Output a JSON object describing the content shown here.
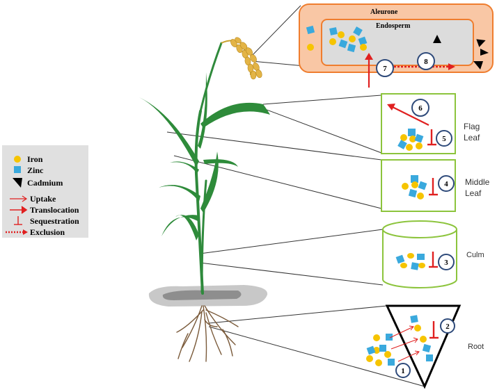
{
  "legend": {
    "iron": "Iron",
    "zinc": "Zinc",
    "cadmium": "Cadmium",
    "uptake": "Uptake",
    "translocation": "Translocation",
    "sequestration": "Sequestration",
    "exclusion": "Exclusion"
  },
  "grain": {
    "aleurone": "Aleurone",
    "endosperm": "Endosperm"
  },
  "organs": {
    "flag_leaf_1": "Flag",
    "flag_leaf_2": "Leaf",
    "middle_leaf_1": "Middle",
    "middle_leaf_2": "Leaf",
    "culm": "Culm",
    "root": "Root"
  },
  "steps": [
    "1",
    "2",
    "3",
    "4",
    "5",
    "6",
    "7",
    "8"
  ],
  "colors": {
    "iron": "#f6c400",
    "zinc": "#3aa9dd",
    "cadmium": "#000000",
    "arrow": "#e02020",
    "green_box": "#8cc43c",
    "aleurone_fill": "#f9c7a5",
    "aleurone_stroke": "#ef7d2e",
    "endosperm_fill": "#dcdcdc",
    "circle_stroke": "#2e4a7a"
  },
  "icons": {
    "iron": "yellow-circle",
    "zinc": "blue-square",
    "cadmium": "black-triangle"
  }
}
